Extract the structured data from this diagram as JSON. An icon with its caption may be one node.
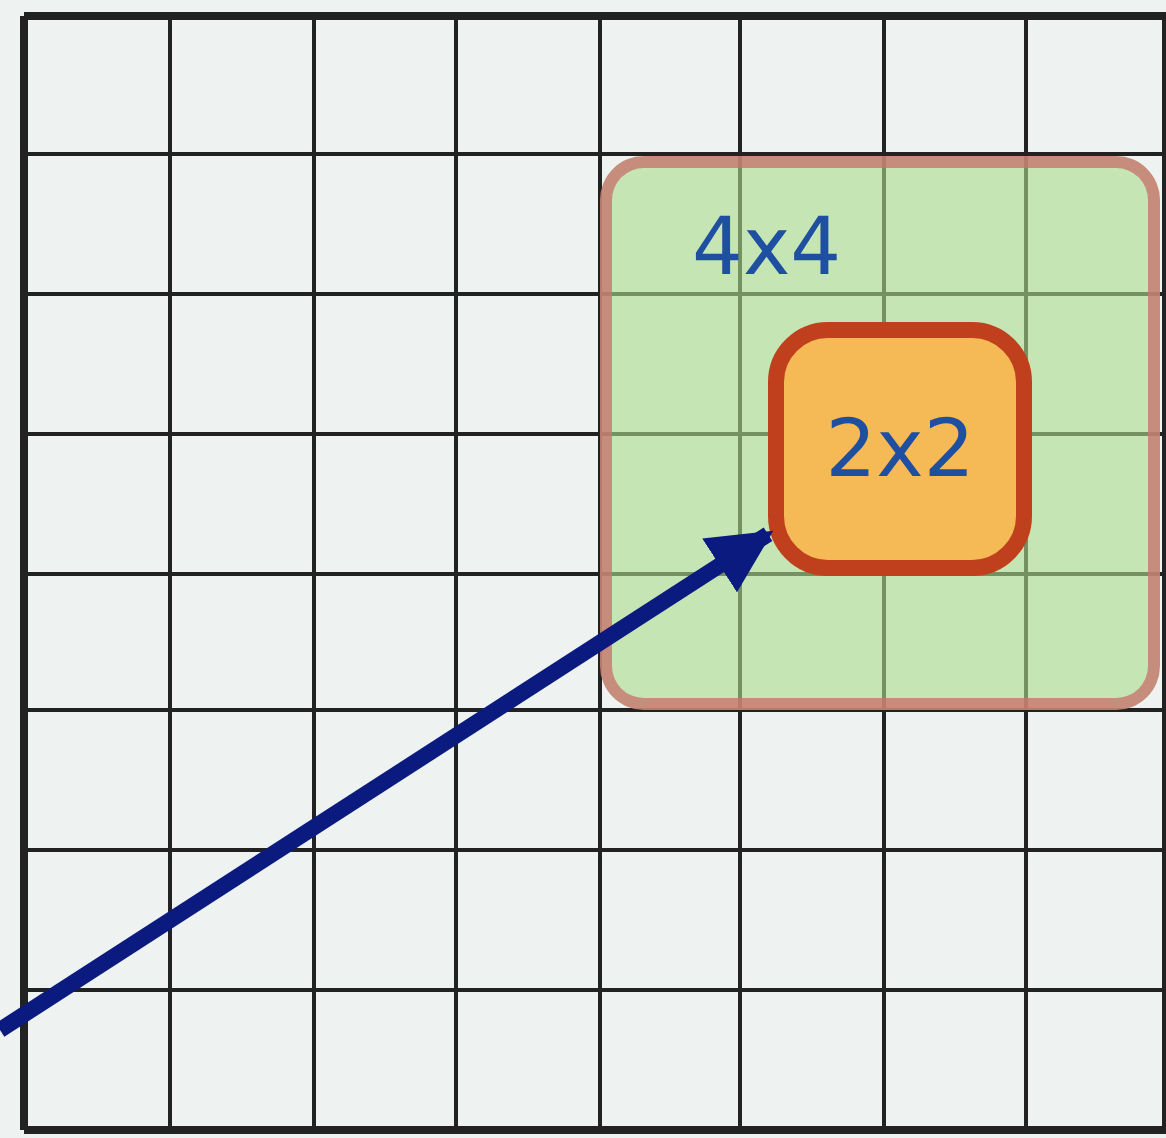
{
  "diagram": {
    "nodes": [
      {
        "text": [
          "4x4"
        ]
      },
      {
        "text": [
          "2x2"
        ],
        "in": 0
      }
    ],
    "edges": [
      {
        "from": null,
        "to": 1,
        "arrow": "to"
      }
    ]
  }
}
